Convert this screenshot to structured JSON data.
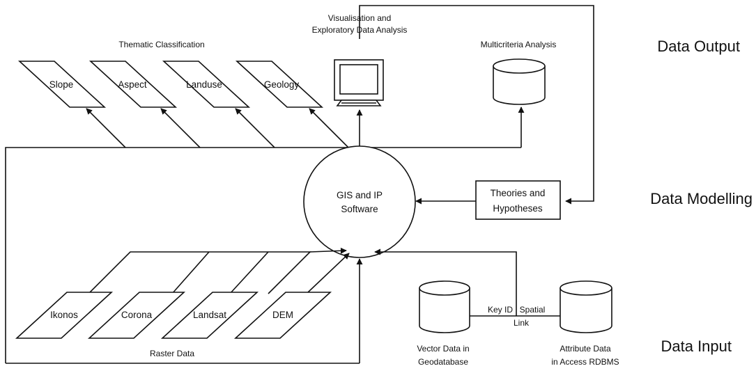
{
  "layers": {
    "output": "Data Output",
    "modelling": "Data Modelling",
    "input": "Data Input"
  },
  "thematic": {
    "title": "Thematic Classification",
    "items": [
      "Slope",
      "Aspect",
      "Landuse",
      "Geology"
    ]
  },
  "visualisation": {
    "line1": "Visualisation and",
    "line2": "Exploratory Data Analysis"
  },
  "multicriteria": "Multicriteria Analysis",
  "gis": {
    "line1": "GIS and IP",
    "line2": "Software"
  },
  "theories": {
    "line1": "Theories and",
    "line2": "Hypotheses"
  },
  "raster": {
    "title": "Raster Data",
    "items": [
      "Ikonos",
      "Corona",
      "Landsat",
      "DEM"
    ]
  },
  "vector": {
    "line1": "Vector Data in",
    "line2": "Geodatabase"
  },
  "attribute": {
    "line1": "Attribute Data",
    "line2": "in Access RDBMS"
  },
  "link": {
    "key_id": "Key ID",
    "spatial": "Spatial",
    "link": "Link"
  }
}
